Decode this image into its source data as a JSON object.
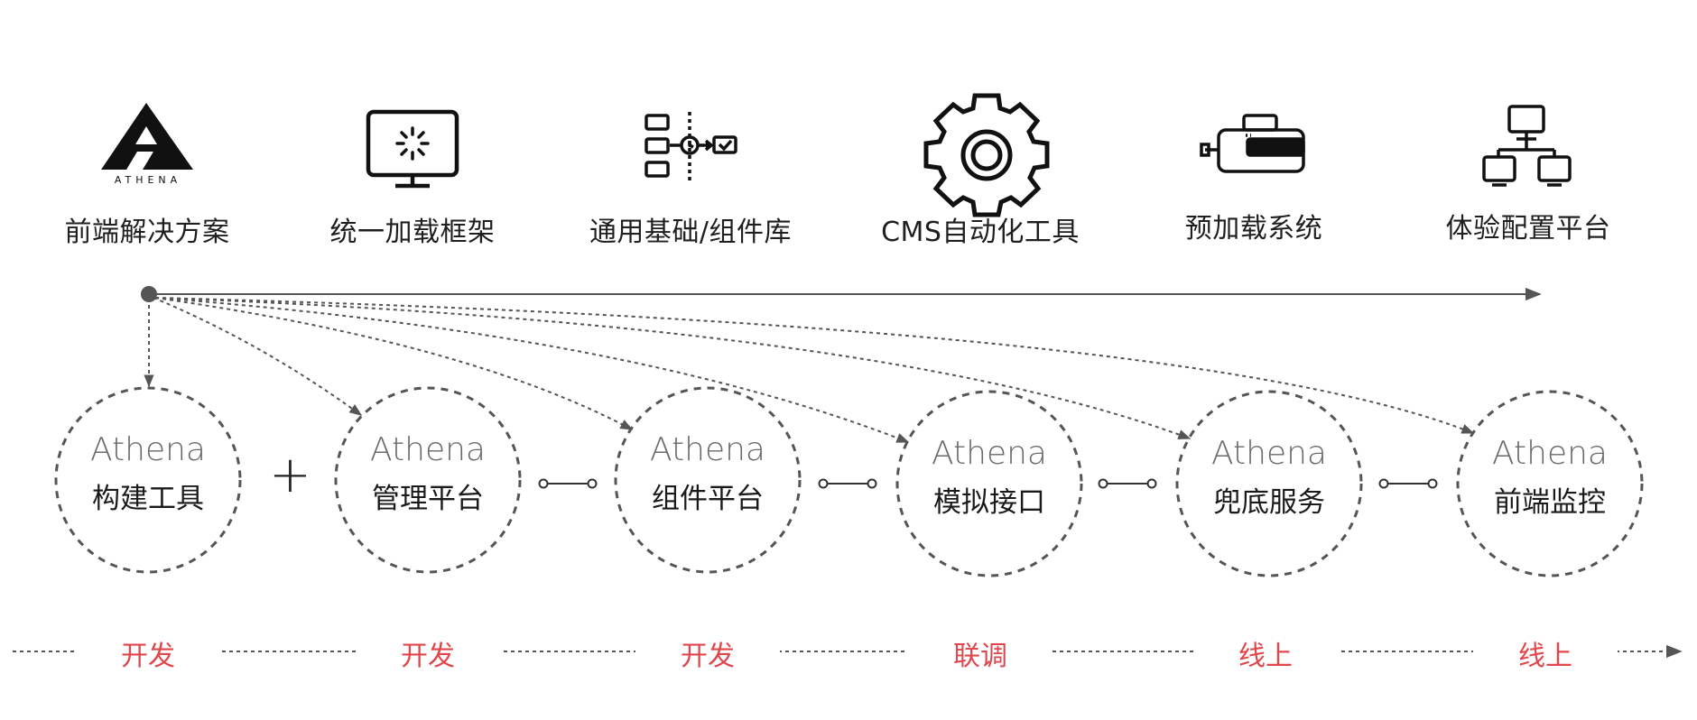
{
  "features": [
    {
      "label": "前端解决方案",
      "icon": "athena-logo-icon",
      "logo_text": "ATHENA"
    },
    {
      "label": "统一加载框架",
      "icon": "monitor-loading-icon"
    },
    {
      "label": "通用基础/组件库",
      "icon": "component-flow-icon"
    },
    {
      "label": "CMS自动化工具",
      "icon": "gear-icon"
    },
    {
      "label": "预加载系统",
      "icon": "usb-drive-icon"
    },
    {
      "label": "体验配置平台",
      "icon": "network-computers-icon"
    }
  ],
  "circles": [
    {
      "brand": "Athena",
      "name": "构建工具"
    },
    {
      "brand": "Athena",
      "name": "管理平台"
    },
    {
      "brand": "Athena",
      "name": "组件平台"
    },
    {
      "brand": "Athena",
      "name": "模拟接口"
    },
    {
      "brand": "Athena",
      "name": "兜底服务"
    },
    {
      "brand": "Athena",
      "name": "前端监控"
    }
  ],
  "plus_symbol": "+",
  "stages": [
    "开发",
    "开发",
    "开发",
    "联调",
    "线上",
    "线上"
  ],
  "colors": {
    "stage_text": "#e0474c",
    "line": "#555555",
    "circle_border": "#555555"
  }
}
